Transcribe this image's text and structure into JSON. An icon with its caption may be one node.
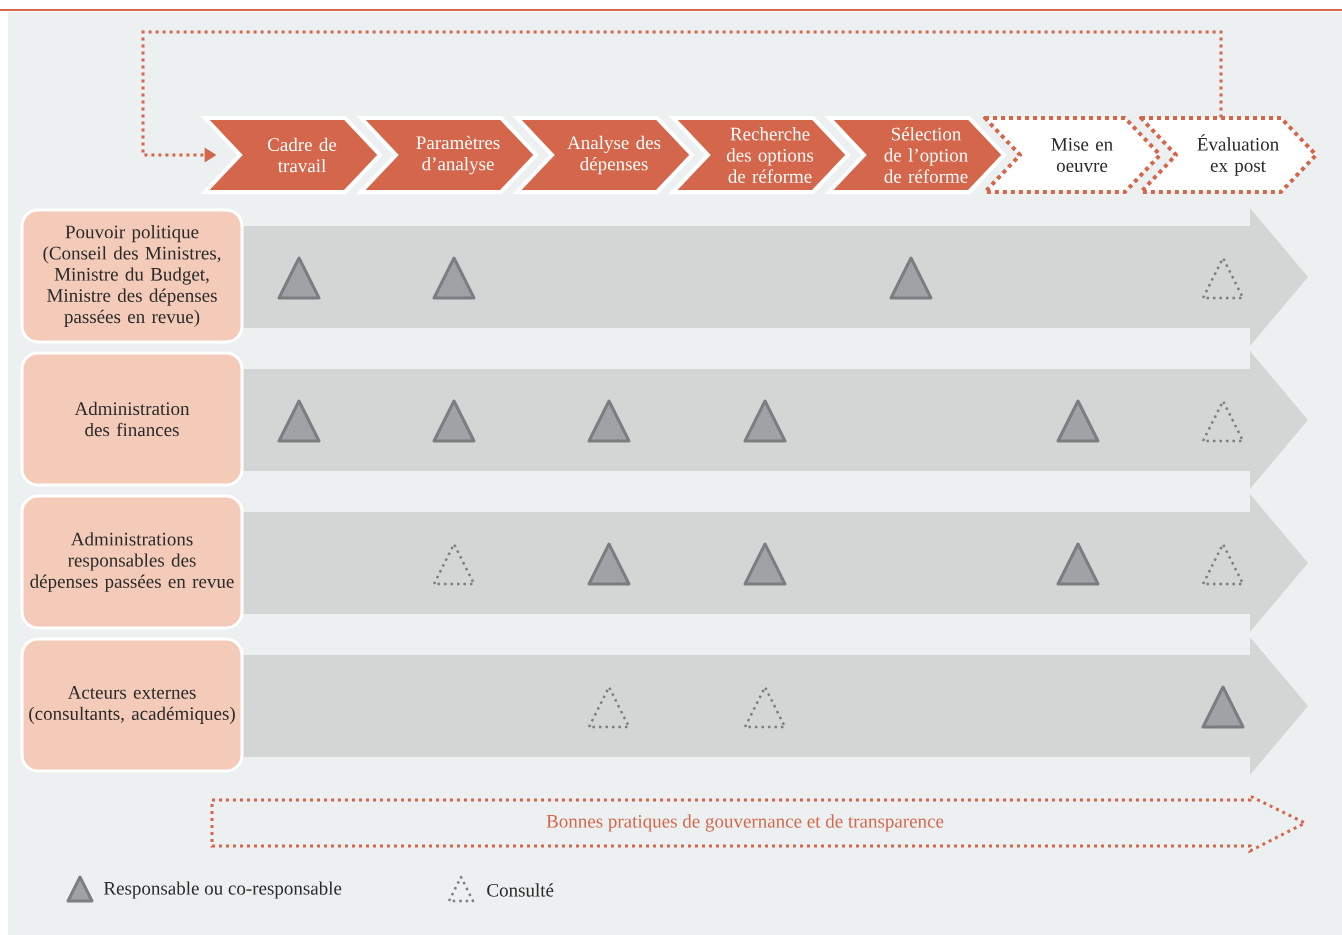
{
  "diagram": {
    "nodes": [
      {
        "text": [
          "Cadre de travail"
        ]
      },
      {
        "text": [
          "Paramètres d’analyse"
        ]
      },
      {
        "text": [
          "Analyse des dépenses"
        ]
      },
      {
        "text": [
          "Recherche des options de réforme"
        ]
      },
      {
        "text": [
          "Sélection de l’option de réforme"
        ]
      },
      {
        "text": [
          "Mise en oeuvre"
        ]
      },
      {
        "text": [
          "Évaluation ex post"
        ]
      },
      {
        "text": [
          "Pouvoir politique (Conseil des Ministres, Ministre du Budget, Ministre des dépenses passées en revue)"
        ]
      },
      {
        "text": [
          "Administration des finances"
        ]
      },
      {
        "text": [
          "Administrations responsables des dépenses passées en revue"
        ]
      },
      {
        "text": [
          "Acteurs externes (consultants, académiques)"
        ]
      },
      {
        "text": [],
        "shape": "arrow"
      },
      {
        "text": [],
        "shape": "arrow"
      },
      {
        "text": [],
        "shape": "arrow"
      },
      {
        "text": [],
        "shape": "arrow"
      },
      {
        "text": [
          "Bonnes pratiques de gouvernance et de transparence"
        ]
      },
      {
        "text": [],
        "shape": "triangle",
        "in": 11
      },
      {
        "text": [],
        "shape": "triangle",
        "in": 11
      },
      {
        "text": [],
        "shape": "triangle",
        "in": 11
      },
      {
        "text": [],
        "shape": "dotted-triangle",
        "in": 11
      },
      {
        "text": [],
        "shape": "triangle",
        "in": 12
      },
      {
        "text": [],
        "shape": "triangle",
        "in": 12
      },
      {
        "text": [],
        "shape": "triangle",
        "in": 12
      },
      {
        "text": [],
        "shape": "triangle",
        "in": 12
      },
      {
        "text": [],
        "shape": "triangle",
        "in": 12
      },
      {
        "text": [],
        "shape": "dotted-triangle",
        "in": 12
      },
      {
        "text": [],
        "shape": "dotted-triangle",
        "in": 13
      },
      {
        "text": [],
        "shape": "triangle",
        "in": 13
      },
      {
        "text": [],
        "shape": "triangle",
        "in": 13
      },
      {
        "text": [],
        "shape": "triangle",
        "in": 13
      },
      {
        "text": [],
        "shape": "dotted-triangle",
        "in": 13
      },
      {
        "text": [],
        "shape": "dotted-triangle",
        "in": 14
      },
      {
        "text": [],
        "shape": "dotted-triangle",
        "in": 14
      },
      {
        "text": [],
        "shape": "triangle",
        "in": 14
      }
    ],
    "edges": [
      {
        "from": 6,
        "to": 0,
        "arrow": "to",
        "style": "dashed"
      }
    ],
    "legend": [
      {
        "text": "Responsable ou co-responsable"
      },
      {
        "text": "Consulté"
      }
    ]
  }
}
